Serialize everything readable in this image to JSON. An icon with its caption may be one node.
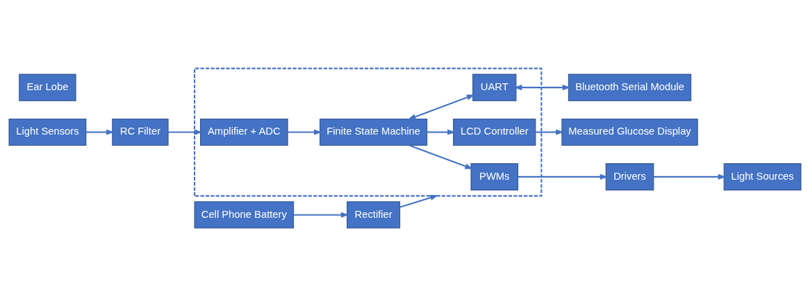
{
  "diagram": {
    "nodes": [
      {
        "text": [],
        "shape": "box"
      },
      {
        "text": [
          "Light Sources"
        ]
      },
      {
        "text": [
          "Drivers"
        ]
      },
      {
        "text": [
          "PWMs"
        ],
        "in": 0
      },
      {
        "text": [
          "LCD Controller"
        ],
        "in": 0
      },
      {
        "text": [
          "Measured Glucose Display"
        ]
      },
      {
        "text": [
          "Finite State Machine"
        ],
        "in": 0
      },
      {
        "text": [
          "Ear Lobe"
        ]
      },
      {
        "text": [
          "Light Sensors"
        ]
      },
      {
        "text": [
          "RC Filter"
        ]
      },
      {
        "text": [
          "Amplifier + ADC"
        ],
        "in": 0
      },
      {
        "text": [
          "UART"
        ],
        "in": 0
      },
      {
        "text": [
          "Bluetooth Serial Module"
        ]
      },
      {
        "text": [
          "Rectifier"
        ]
      },
      {
        "text": [
          "Cell Phone Battery"
        ]
      }
    ],
    "edges": [
      {
        "from": 2,
        "to": 1,
        "arrow": "to"
      },
      {
        "from": 3,
        "to": 2,
        "arrow": "to"
      },
      {
        "from": 6,
        "to": 3,
        "arrow": "to"
      },
      {
        "from": 6,
        "to": 4,
        "arrow": "to"
      },
      {
        "from": 4,
        "to": 5,
        "arrow": "to"
      },
      {
        "from": 8,
        "to": 9,
        "arrow": "to"
      },
      {
        "from": 9,
        "to": 10,
        "arrow": "to"
      },
      {
        "from": 10,
        "to": 6,
        "arrow": "to"
      },
      {
        "from": 6,
        "to": 11,
        "arrow": "both"
      },
      {
        "from": 11,
        "to": 12,
        "arrow": "both"
      },
      {
        "from": 14,
        "to": 13,
        "arrow": "to"
      },
      {
        "from": 13,
        "to": 0,
        "arrow": "to"
      }
    ]
  }
}
